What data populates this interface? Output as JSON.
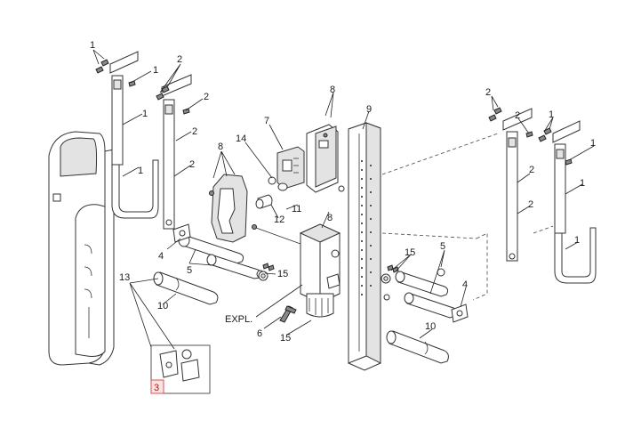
{
  "diagram": {
    "callouts": {
      "c_1a": "1",
      "c_1b": "1",
      "c_1c": "1",
      "c_1d": "1",
      "c_1e": "1",
      "c_1f": "1",
      "c_1g": "1",
      "c_1h": "1",
      "c_2a": "2",
      "c_2b": "2",
      "c_2c": "2",
      "c_2d": "2",
      "c_2e": "2",
      "c_2f": "2",
      "c_3": "3",
      "c_4a": "4",
      "c_4b": "4",
      "c_5a": "5",
      "c_5b": "5",
      "c_6": "6",
      "c_7": "7",
      "c_8a": "8",
      "c_8b": "8",
      "c_8c": "8",
      "c_9": "9",
      "c_10a": "10",
      "c_10b": "10",
      "c_11": "11",
      "c_12": "12",
      "c_13": "13",
      "c_14": "14",
      "c_15a": "15",
      "c_15b": "15",
      "c_15c": "15"
    },
    "expl_label": "EXPL.",
    "highlight_color": "#d9534f"
  }
}
